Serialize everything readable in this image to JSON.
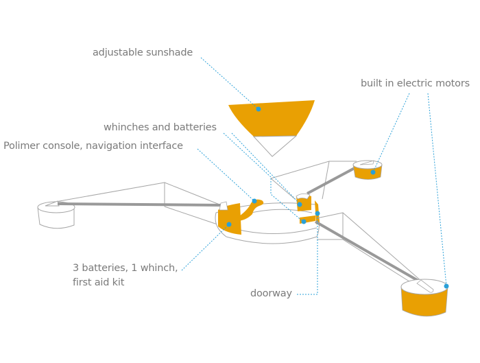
{
  "diagram": {
    "title": "Floating platform components",
    "colors": {
      "accent": "#E9A003",
      "outline": "#A6A6A6",
      "strut": "#999999",
      "callout": "#2AA0D8",
      "label_text": "#7A7A7A",
      "background": "#FFFFFF"
    },
    "labels": {
      "sunshade": "adjustable sunshade",
      "motors": "built in electric motors",
      "whinches": "whinches and batteries",
      "console": "Polimer console, navigation interface",
      "batteries_line1": "3 batteries, 1 whinch,",
      "batteries_line2": "first aid kit",
      "doorway": "doorway"
    },
    "components": [
      {
        "id": "sunshade",
        "name": "adjustable sunshade",
        "highlighted": true
      },
      {
        "id": "hub",
        "name": "central hub ring",
        "highlighted": false
      },
      {
        "id": "motor-right-small",
        "name": "electric motor pod (rear right)",
        "highlighted": true
      },
      {
        "id": "motor-right-large",
        "name": "electric motor pod (front right)",
        "highlighted": true
      },
      {
        "id": "float-left",
        "name": "float pod (left)",
        "highlighted": false
      }
    ]
  }
}
